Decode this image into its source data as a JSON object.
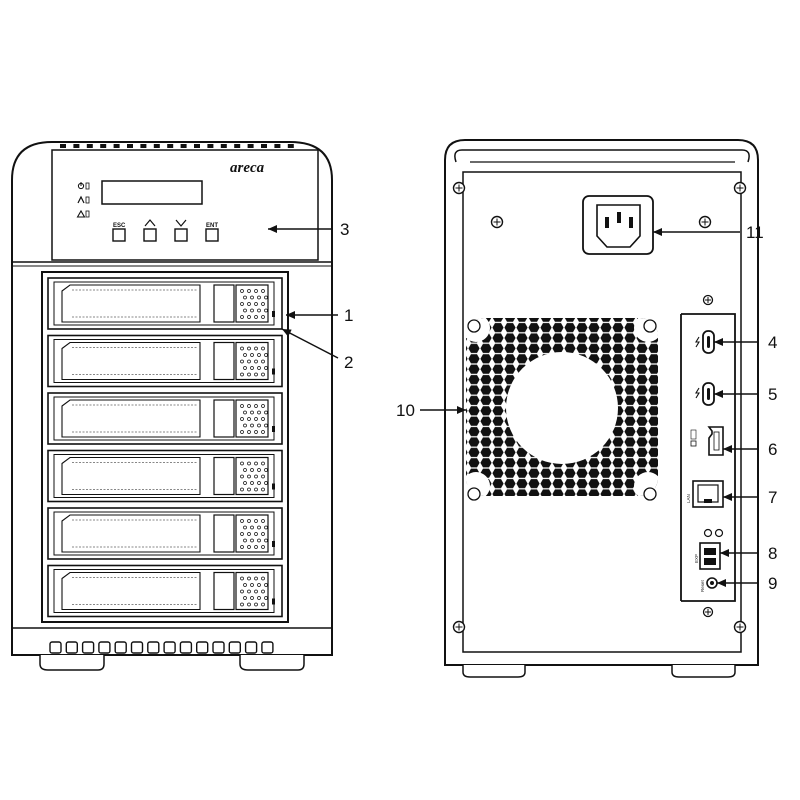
{
  "brand": "areca",
  "front_buttons": [
    {
      "label": "ESC",
      "icon": "esc-button"
    },
    {
      "label": "",
      "icon": "up-arrow-button"
    },
    {
      "label": "",
      "icon": "down-arrow-button"
    },
    {
      "label": "ENT",
      "icon": "enter-button"
    }
  ],
  "status_icons": [
    "power-icon",
    "activity-icon",
    "warning-icon"
  ],
  "rear_port_labels": {
    "ethernet": "LAN",
    "expansion": "EXP",
    "reset": "Reset"
  },
  "callouts": [
    "1",
    "2",
    "3",
    "4",
    "5",
    "6",
    "7",
    "8",
    "9",
    "10",
    "11"
  ],
  "drive_bays": 6
}
